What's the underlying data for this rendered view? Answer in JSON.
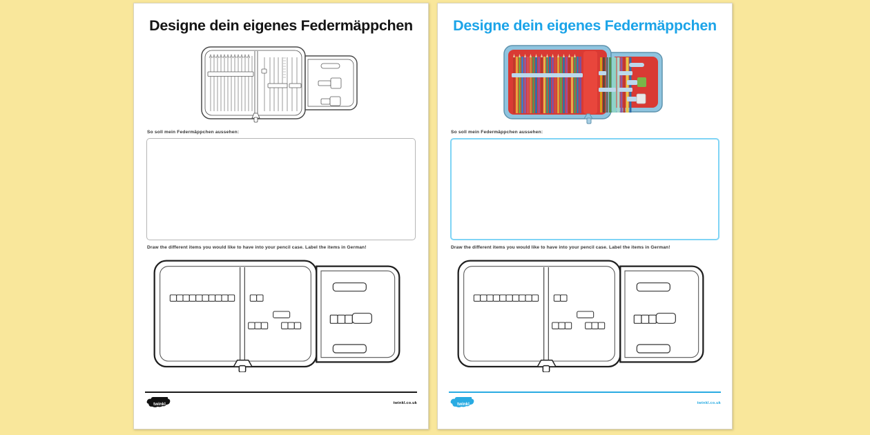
{
  "background_color": "#f9e79b",
  "pages": [
    {
      "id": "left",
      "variant": "black-and-white",
      "title": "Designe dein eigenes Federmäppchen",
      "title_color": "#151515",
      "caption_top": "So soll mein Federmäppchen aussehen:",
      "caption_bottom": "Draw the different items you would like to have into your pencil case. Label the items in German!",
      "drawing_box_placeholder": "",
      "footer": {
        "logo_text": "twinkl",
        "url": "twinkl.co.uk",
        "rule_color": "#1a1a1a",
        "logo_color": "#111111"
      }
    },
    {
      "id": "right",
      "variant": "colour",
      "title": "Designe dein eigenes Federmäppchen",
      "title_color": "#1ca4e8",
      "caption_top": "So soll mein Federmäppchen aussehen:",
      "caption_bottom": "Draw the different items you would like to have into your pencil case. Label the items in German!",
      "drawing_box_placeholder": "",
      "footer": {
        "logo_text": "twinkl",
        "url": "twinkl.co.uk",
        "rule_color": "#29abe2",
        "logo_color": "#29abe2"
      }
    }
  ],
  "illustration": {
    "name": "open-pencil-case",
    "case_body_color": "#d93a34",
    "case_trim_color": "#8fc4df",
    "elastic_color": "#bcd9ec",
    "pencil_colors": [
      "#c0392b",
      "#e8a33d",
      "#7aa23b",
      "#3f7fbf",
      "#8e5aa0",
      "#d4505a",
      "#c98b3c",
      "#5f8f4e",
      "#2f6fa8",
      "#a34a8c",
      "#b03a2e",
      "#e0b84a",
      "#4f8f6a",
      "#2e6ea8",
      "#8a4f9c",
      "#cf4b42",
      "#d9a23a",
      "#6b9b46",
      "#37719f",
      "#9b4f94",
      "#b5392f",
      "#e3b04a",
      "#5a9055",
      "#3a77ab",
      "#7f4f9a"
    ],
    "pencil_colors_right": [
      "#d4a017",
      "#5b4a3a",
      "#6e6e6e",
      "#4f8f4f",
      "#8fd4c8",
      "#a7d9cf",
      "#8e5aa0",
      "#c0392b",
      "#e8c84a",
      "#2f6fa8"
    ]
  }
}
